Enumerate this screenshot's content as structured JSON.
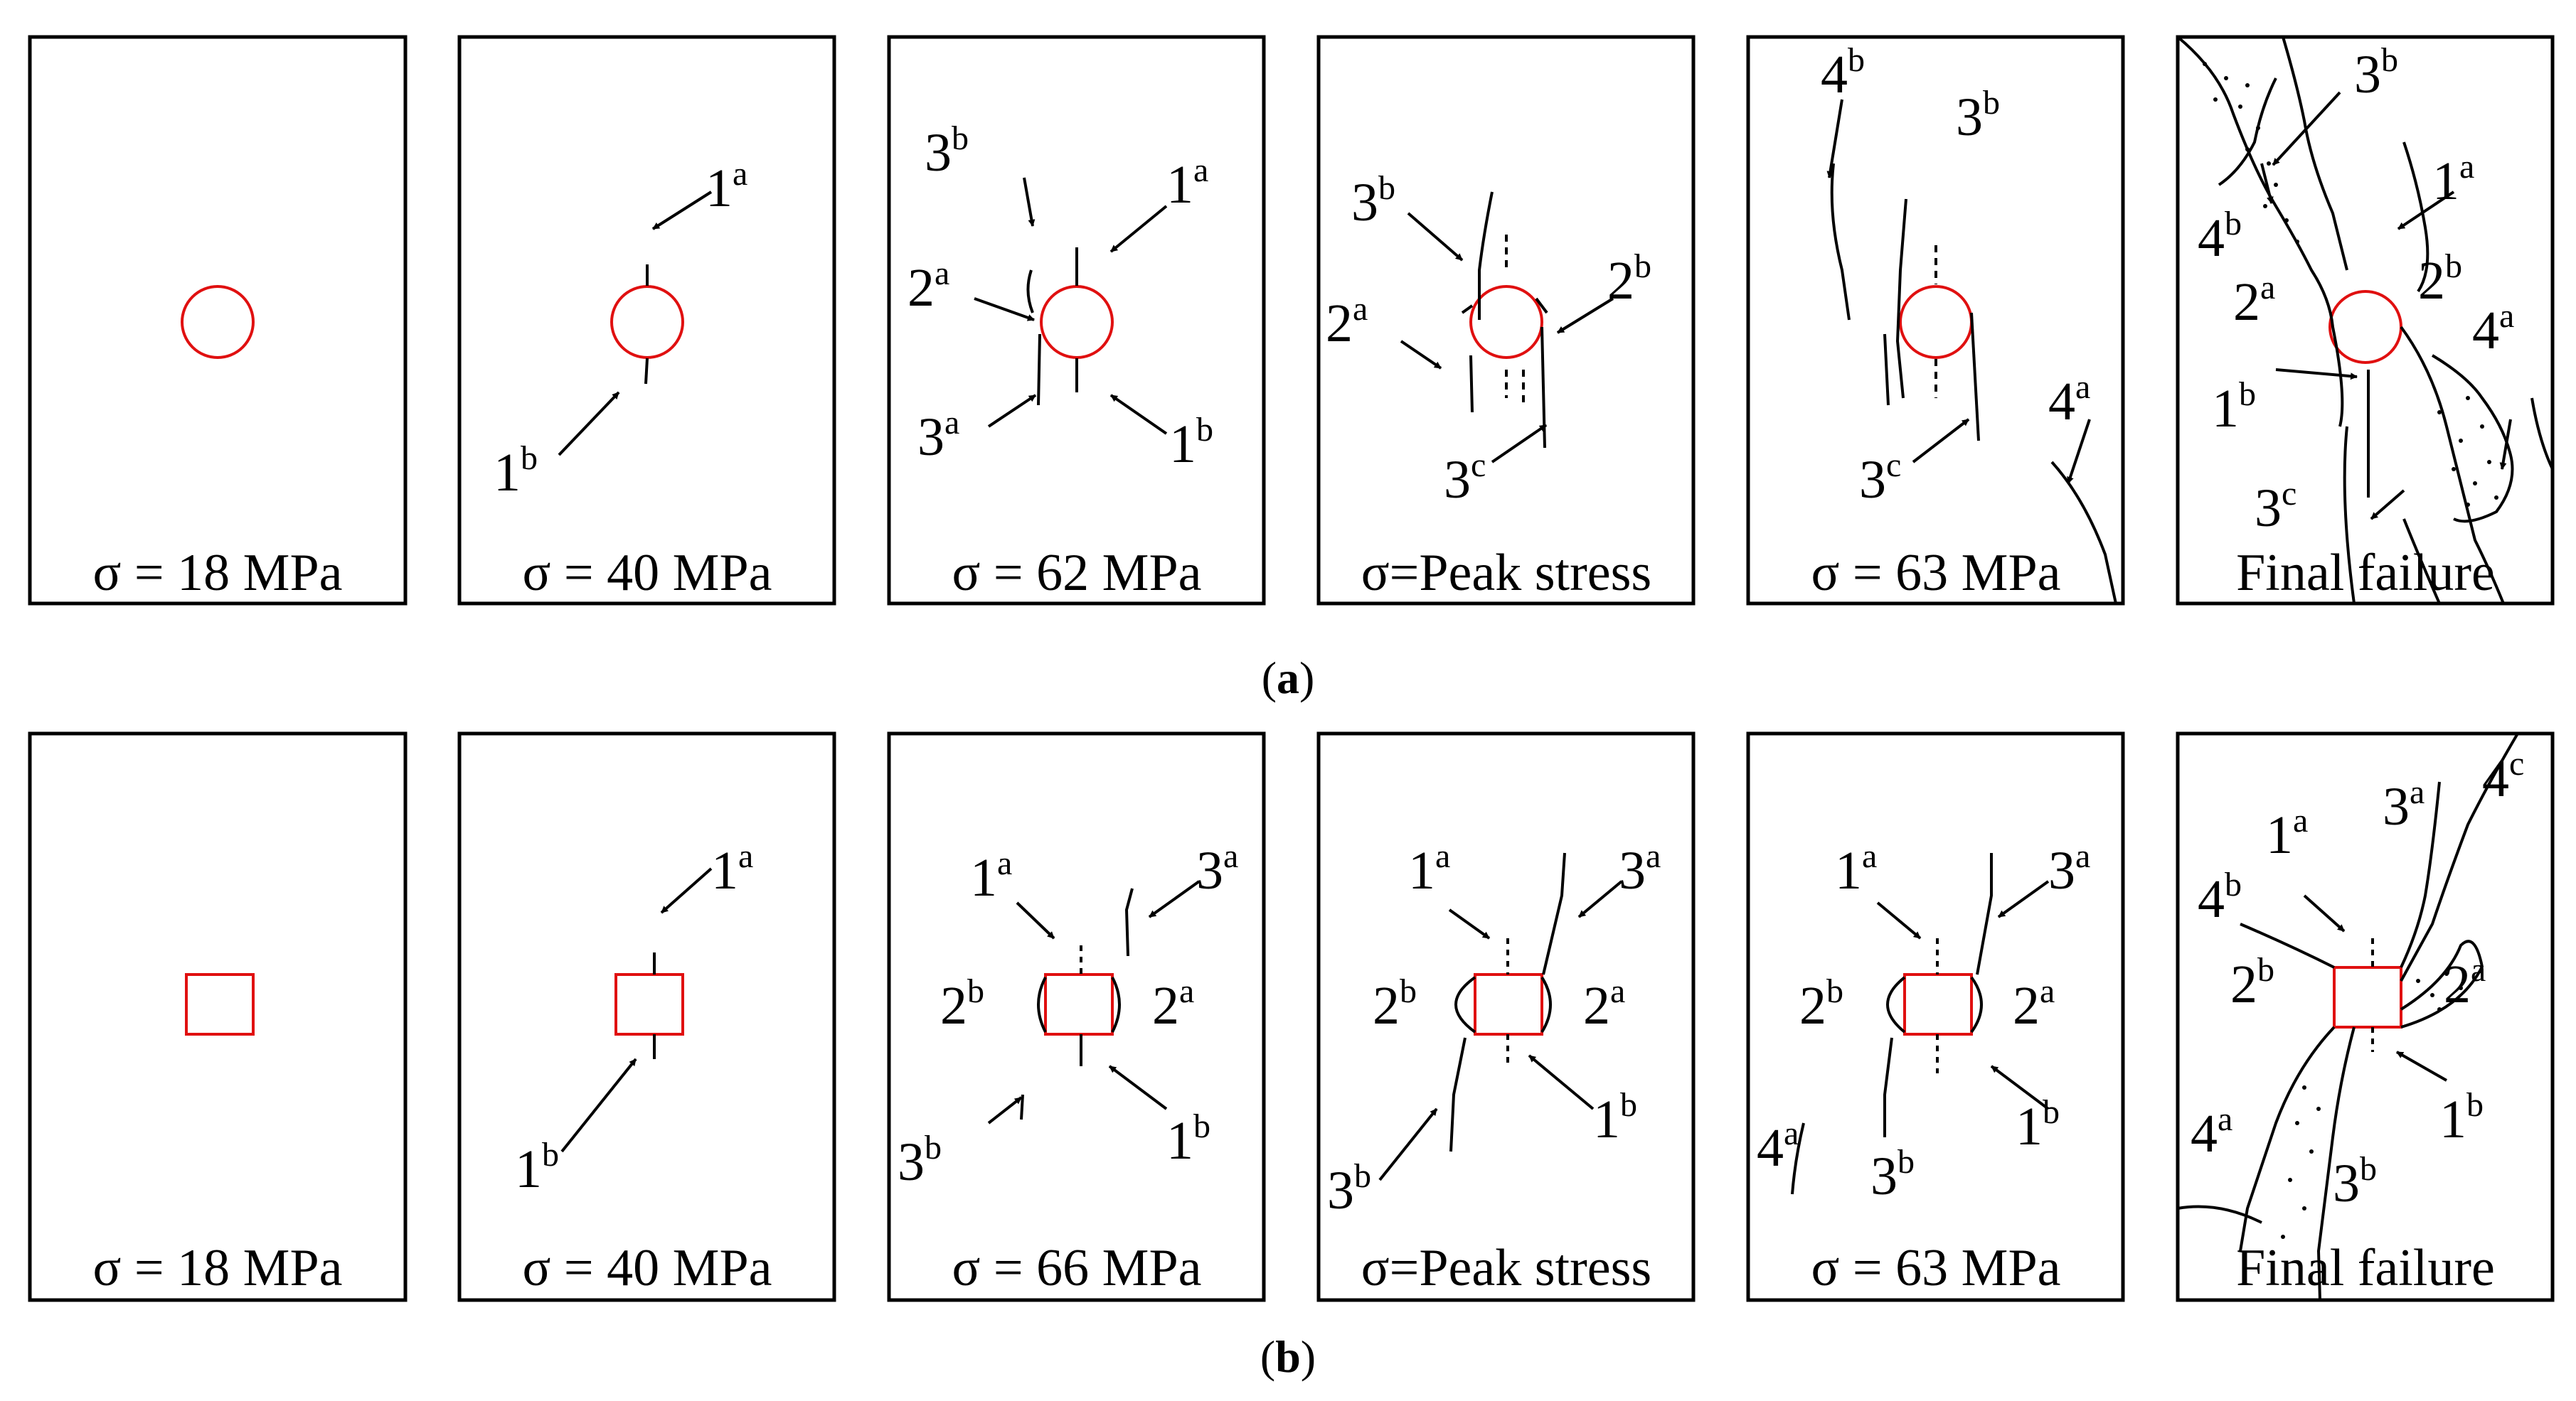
{
  "rows": [
    {
      "caption_letter": "a",
      "opening": "circle",
      "panels": [
        {
          "stage_label": "σ = 18 MPa",
          "labels": []
        },
        {
          "stage_label": "σ = 40 MPa",
          "labels": [
            {
              "num": "1",
              "sup": "a"
            },
            {
              "num": "1",
              "sup": "b"
            }
          ]
        },
        {
          "stage_label": "σ = 62 MPa",
          "labels": [
            {
              "num": "3",
              "sup": "b"
            },
            {
              "num": "1",
              "sup": "a"
            },
            {
              "num": "2",
              "sup": "a"
            },
            {
              "num": "3",
              "sup": "a"
            },
            {
              "num": "1",
              "sup": "b"
            }
          ]
        },
        {
          "stage_label": "σ=Peak stress",
          "labels": [
            {
              "num": "3",
              "sup": "b"
            },
            {
              "num": "2",
              "sup": "b"
            },
            {
              "num": "2",
              "sup": "a"
            },
            {
              "num": "3",
              "sup": "c"
            }
          ]
        },
        {
          "stage_label": "σ = 63 MPa",
          "labels": [
            {
              "num": "4",
              "sup": "b"
            },
            {
              "num": "3",
              "sup": "b"
            },
            {
              "num": "3",
              "sup": "c"
            },
            {
              "num": "4",
              "sup": "a"
            }
          ]
        },
        {
          "stage_label": "Final failure",
          "labels": [
            {
              "num": "3",
              "sup": "b"
            },
            {
              "num": "1",
              "sup": "a"
            },
            {
              "num": "4",
              "sup": "b"
            },
            {
              "num": "2",
              "sup": "a"
            },
            {
              "num": "2",
              "sup": "b"
            },
            {
              "num": "4",
              "sup": "a"
            },
            {
              "num": "1",
              "sup": "b"
            },
            {
              "num": "3",
              "sup": "c"
            }
          ]
        }
      ]
    },
    {
      "caption_letter": "b",
      "opening": "square",
      "panels": [
        {
          "stage_label": "σ = 18 MPa",
          "labels": []
        },
        {
          "stage_label": "σ = 40 MPa",
          "labels": [
            {
              "num": "1",
              "sup": "a"
            },
            {
              "num": "1",
              "sup": "b"
            }
          ]
        },
        {
          "stage_label": "σ = 66 MPa",
          "labels": [
            {
              "num": "1",
              "sup": "a"
            },
            {
              "num": "3",
              "sup": "a"
            },
            {
              "num": "2",
              "sup": "b"
            },
            {
              "num": "2",
              "sup": "a"
            },
            {
              "num": "3",
              "sup": "b"
            },
            {
              "num": "1",
              "sup": "b"
            }
          ]
        },
        {
          "stage_label": "σ=Peak stress",
          "labels": [
            {
              "num": "1",
              "sup": "a"
            },
            {
              "num": "3",
              "sup": "a"
            },
            {
              "num": "2",
              "sup": "b"
            },
            {
              "num": "2",
              "sup": "a"
            },
            {
              "num": "1",
              "sup": "b"
            },
            {
              "num": "3",
              "sup": "b"
            }
          ]
        },
        {
          "stage_label": "σ = 63 MPa",
          "labels": [
            {
              "num": "1",
              "sup": "a"
            },
            {
              "num": "3",
              "sup": "a"
            },
            {
              "num": "2",
              "sup": "b"
            },
            {
              "num": "2",
              "sup": "a"
            },
            {
              "num": "1",
              "sup": "b"
            },
            {
              "num": "4",
              "sup": "a"
            },
            {
              "num": "3",
              "sup": "b"
            }
          ]
        },
        {
          "stage_label": "Final failure",
          "labels": [
            {
              "num": "4",
              "sup": "c"
            },
            {
              "num": "3",
              "sup": "a"
            },
            {
              "num": "1",
              "sup": "a"
            },
            {
              "num": "4",
              "sup": "b"
            },
            {
              "num": "2",
              "sup": "b"
            },
            {
              "num": "2",
              "sup": "a"
            },
            {
              "num": "1",
              "sup": "b"
            },
            {
              "num": "4",
              "sup": "a"
            },
            {
              "num": "3",
              "sup": "b"
            }
          ]
        }
      ]
    }
  ],
  "colors": {
    "opening": "#e01010",
    "ink": "#000000",
    "background": "#ffffff"
  }
}
